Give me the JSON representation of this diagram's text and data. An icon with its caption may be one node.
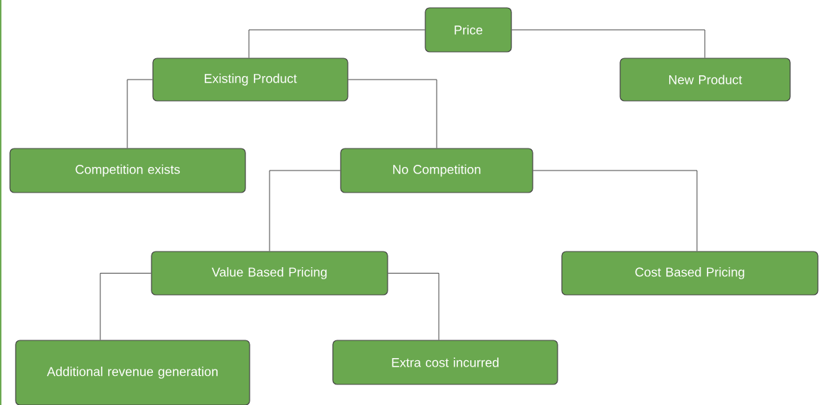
{
  "diagram": {
    "nodes": [
      {
        "text": [
          "Price"
        ]
      },
      {
        "text": [
          "Existing Product"
        ]
      },
      {
        "text": [
          "New Product"
        ]
      },
      {
        "text": [
          "Competition exists"
        ]
      },
      {
        "text": [
          "No Competition"
        ]
      },
      {
        "text": [
          "Value Based Pricing"
        ]
      },
      {
        "text": [
          "Cost Based Pricing"
        ]
      },
      {
        "text": [
          "Additional revenue generation"
        ]
      },
      {
        "text": [
          "Extra cost incurred"
        ]
      }
    ],
    "edges": [
      {
        "from": 0,
        "to": 1,
        "arrow": "none"
      },
      {
        "from": 0,
        "to": 2,
        "arrow": "none"
      },
      {
        "from": 1,
        "to": 3,
        "arrow": "none"
      },
      {
        "from": 1,
        "to": 4,
        "arrow": "none"
      },
      {
        "from": 4,
        "to": 5,
        "arrow": "none"
      },
      {
        "from": 4,
        "to": 6,
        "arrow": "none"
      },
      {
        "from": 5,
        "to": 7,
        "arrow": "none"
      },
      {
        "from": 5,
        "to": 8,
        "arrow": "none"
      }
    ]
  }
}
